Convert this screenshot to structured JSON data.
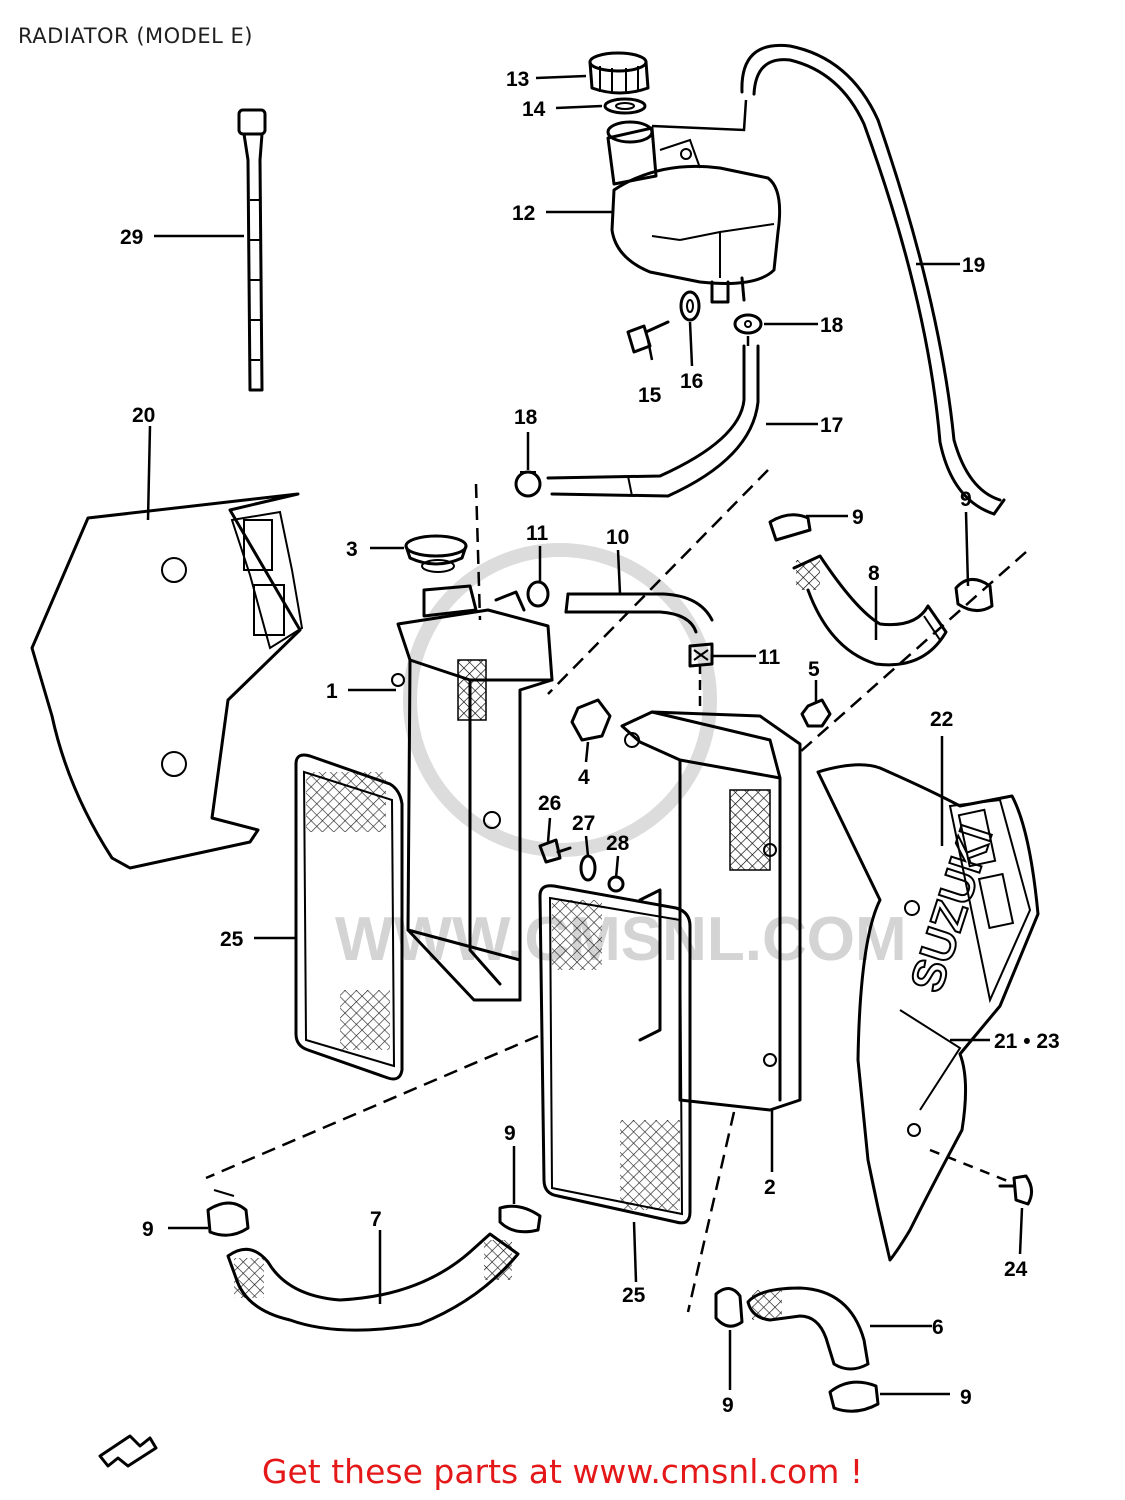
{
  "title": "RADIATOR (MODEL E)",
  "footer": "Get these parts at www.cmsnl.com !",
  "watermark": "WWW.CMSNL.COM",
  "callouts": [
    {
      "id": "c1",
      "label": "1"
    },
    {
      "id": "c2",
      "label": "2"
    },
    {
      "id": "c3",
      "label": "3"
    },
    {
      "id": "c4",
      "label": "4"
    },
    {
      "id": "c5",
      "label": "5"
    },
    {
      "id": "c6",
      "label": "6"
    },
    {
      "id": "c7",
      "label": "7"
    },
    {
      "id": "c8",
      "label": "8"
    },
    {
      "id": "c9a",
      "label": "9"
    },
    {
      "id": "c9b",
      "label": "9"
    },
    {
      "id": "c9c",
      "label": "9"
    },
    {
      "id": "c9d",
      "label": "9"
    },
    {
      "id": "c9e",
      "label": "9"
    },
    {
      "id": "c9f",
      "label": "9"
    },
    {
      "id": "c10",
      "label": "10"
    },
    {
      "id": "c11a",
      "label": "11"
    },
    {
      "id": "c11b",
      "label": "11"
    },
    {
      "id": "c12",
      "label": "12"
    },
    {
      "id": "c13",
      "label": "13"
    },
    {
      "id": "c14",
      "label": "14"
    },
    {
      "id": "c15",
      "label": "15"
    },
    {
      "id": "c16",
      "label": "16"
    },
    {
      "id": "c17",
      "label": "17"
    },
    {
      "id": "c18a",
      "label": "18"
    },
    {
      "id": "c18b",
      "label": "18"
    },
    {
      "id": "c19",
      "label": "19"
    },
    {
      "id": "c20",
      "label": "20"
    },
    {
      "id": "c21",
      "label": "21 • 23"
    },
    {
      "id": "c22",
      "label": "22"
    },
    {
      "id": "c24",
      "label": "24"
    },
    {
      "id": "c25a",
      "label": "25"
    },
    {
      "id": "c25b",
      "label": "25"
    },
    {
      "id": "c26",
      "label": "26"
    },
    {
      "id": "c27",
      "label": "27"
    },
    {
      "id": "c28",
      "label": "28"
    },
    {
      "id": "c29",
      "label": "29"
    }
  ]
}
